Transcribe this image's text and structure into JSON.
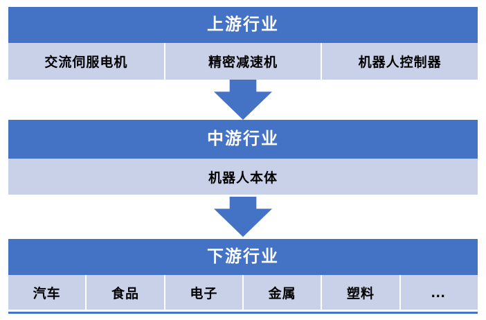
{
  "diagram": {
    "title": "robot-industry-chain",
    "sections": [
      {
        "title": "上游行业",
        "items": [
          "交流伺服电机",
          "精密减速机",
          "机器人控制器"
        ]
      },
      {
        "title": "中游行业",
        "items": [
          "机器人本体"
        ]
      },
      {
        "title": "下游行业",
        "items": [
          "汽车",
          "食品",
          "电子",
          "金属",
          "塑料",
          "…"
        ]
      }
    ],
    "arrows": {
      "icon": "down-arrow-icon",
      "count": 2
    },
    "colors": {
      "header": "#4472C4",
      "row": "#C9D1E9",
      "arrow": "#4472C4",
      "text_header": "#FFFFFF",
      "text_item": "#000000",
      "divider": "#FFFFFF",
      "bottom_line": "#4472C4"
    }
  }
}
